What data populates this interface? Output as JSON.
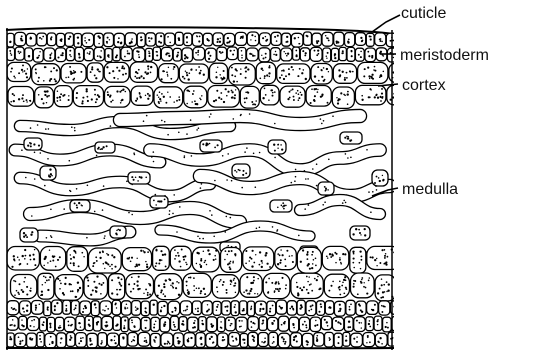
{
  "labels": {
    "cuticle": "cuticle",
    "meristoderm": "meristoderm",
    "cortex": "cortex",
    "medulla": "medulla"
  }
}
